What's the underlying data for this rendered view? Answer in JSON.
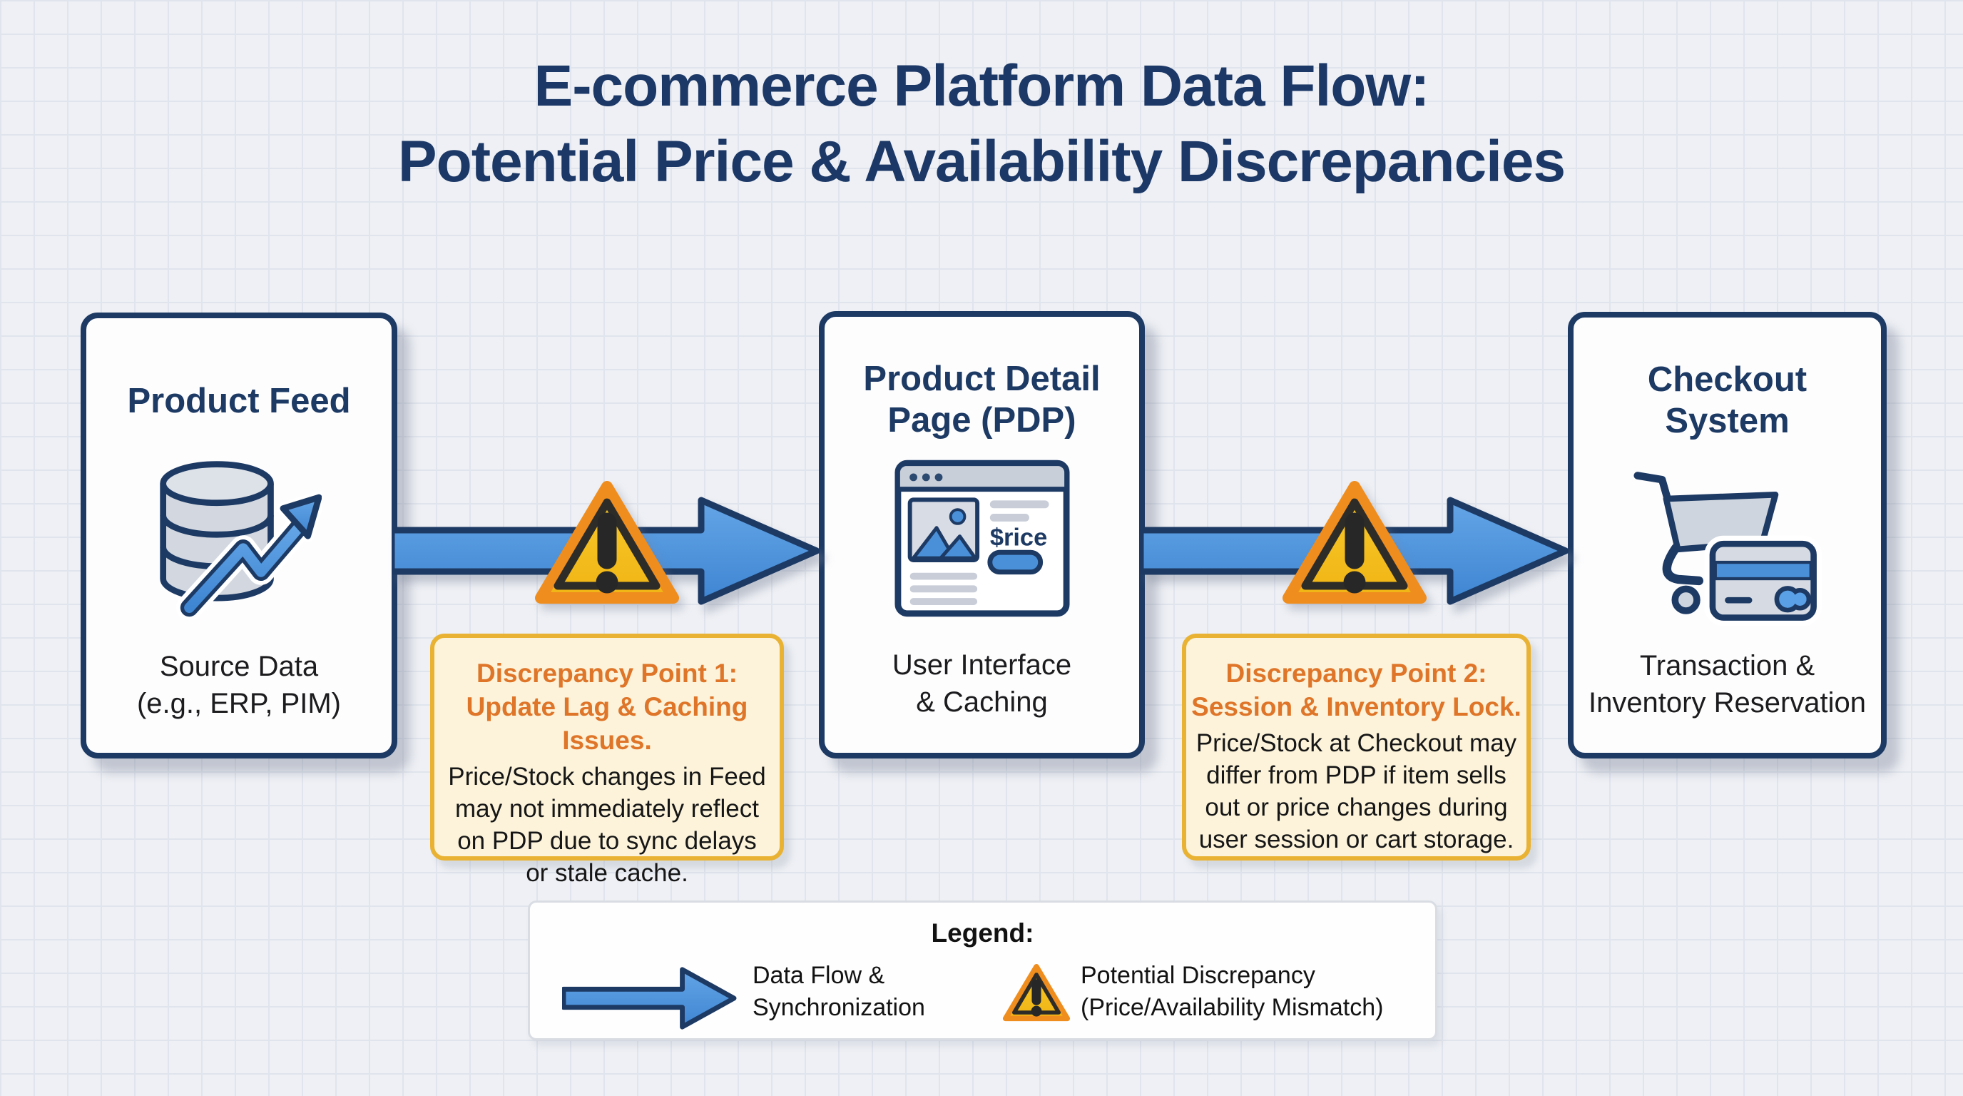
{
  "title": {
    "line1": "E-commerce Platform Data Flow:",
    "line2": "Potential Price & Availability Discrepancies"
  },
  "nodes": [
    {
      "title": "Product Feed",
      "subtitle": "Source Data\n(e.g., ERP, PIM)",
      "icon": "database-trend-icon"
    },
    {
      "title": "Product Detail\nPage (PDP)",
      "subtitle": "User Interface\n& Caching",
      "icon": "browser-window-icon",
      "price_label": "$rice"
    },
    {
      "title": "Checkout\nSystem",
      "subtitle": "Transaction &\nInventory Reservation",
      "icon": "cart-credit-card-icon"
    }
  ],
  "callouts": [
    {
      "heading": "Discrepancy Point 1:\nUpdate Lag & Caching Issues.",
      "body": "Price/Stock changes in Feed\nmay not immediately reflect\non PDP due to sync delays\nor stale cache."
    },
    {
      "heading": "Discrepancy Point 2:\nSession & Inventory Lock.",
      "body": "Price/Stock at Checkout may\ndiffer from PDP if item sells\nout or price changes during\nuser session or cart storage."
    }
  ],
  "legend": {
    "title": "Legend:",
    "items": [
      {
        "icon": "flow-arrow-icon",
        "label": "Data Flow &\nSynchronization"
      },
      {
        "icon": "warning-triangle-icon",
        "label": "Potential Discrepancy\n(Price/Availability Mismatch)"
      }
    ]
  },
  "colors": {
    "navy": "#1d3a64",
    "blue": "#4a90d9",
    "gold": "#f6c11f",
    "triangle_border_orange": "#ef8d1e",
    "callout_bg": "#fcf3da",
    "callout_border": "#e9b233",
    "callout_heading_orange": "#df7528",
    "background": "#eef0f5"
  }
}
